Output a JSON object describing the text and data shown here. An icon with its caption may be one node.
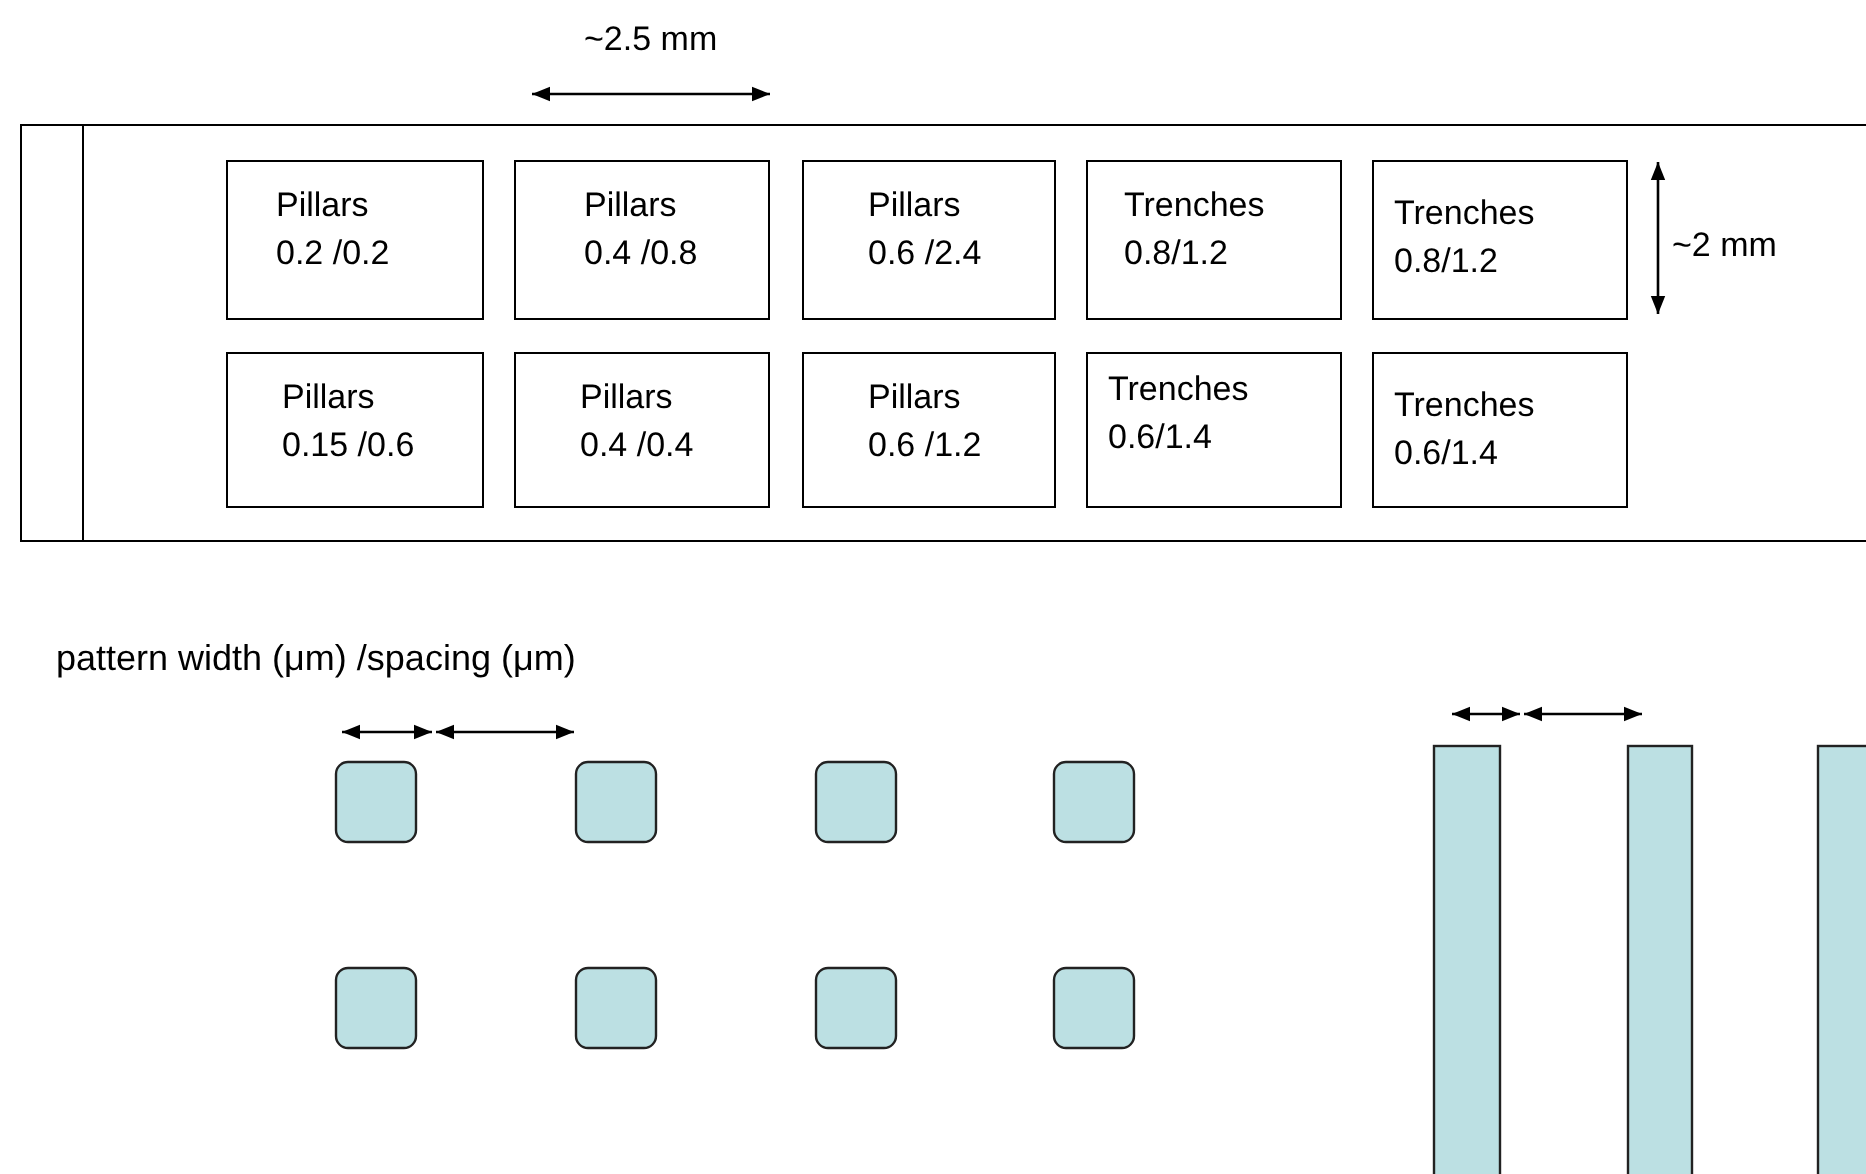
{
  "diagram": {
    "nodes": [
      {
        "text": [],
        "shape": "box"
      },
      {
        "text": [
          "Pillars",
          "0.2 /0.2"
        ],
        "in": 0
      },
      {
        "text": [
          "Pillars",
          "0.4 /0.8"
        ],
        "in": 0
      },
      {
        "text": [
          "Pillars",
          "0.6 /2.4"
        ],
        "in": 0
      },
      {
        "text": [
          "Trenches",
          "0.8/1.2"
        ],
        "in": 0
      },
      {
        "text": [
          "Trenches",
          "0.8/1.2"
        ],
        "in": 0
      },
      {
        "text": [
          "Pillars",
          "0.15 /0.6"
        ],
        "in": 0
      },
      {
        "text": [
          "Pillars",
          "0.4 /0.4"
        ],
        "in": 0
      },
      {
        "text": [
          "Pillars",
          "0.6 /1.2"
        ],
        "in": 0
      },
      {
        "text": [
          "Trenches",
          "0.6/1.4"
        ],
        "in": 0
      },
      {
        "text": [
          "Trenches",
          "0.6/1.4"
        ],
        "in": 0
      }
    ],
    "edges": [],
    "labels": [
      "~2.5 mm",
      "~2 mm",
      "pattern width (μm) /spacing (μm)"
    ]
  }
}
